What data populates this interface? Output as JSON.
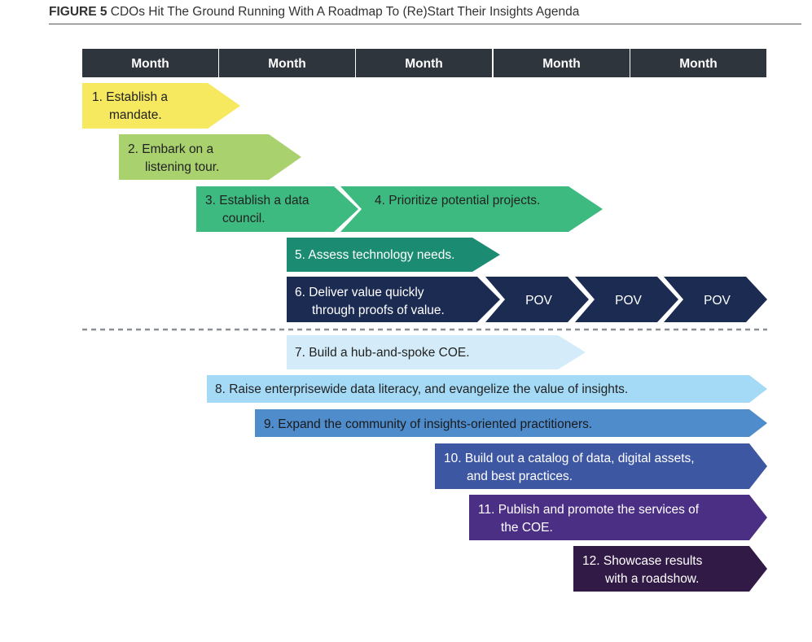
{
  "figure": {
    "label": "FIGURE 5",
    "title": "CDOs Hit The Ground Running With A Roadmap To (Re)Start Their Insights Agenda"
  },
  "columns": [
    "Month",
    "Month",
    "Month",
    "Month",
    "Month"
  ],
  "colors": {
    "header_bg": "#2e353d",
    "step1": "#f6e85f",
    "step2": "#a9d26f",
    "step3": "#3dba80",
    "step4": "#3dba80",
    "step5": "#1b8c72",
    "step6": "#1c2b52",
    "step7": "#d4ecf9",
    "step8": "#a4daf6",
    "step9": "#4f8ccc",
    "step10": "#3e57a3",
    "step11": "#4b2f85",
    "step12": "#321a47"
  },
  "steps": [
    {
      "id": "step-1",
      "lines": [
        "1. Establish a",
        "mandate."
      ],
      "color": "#f6e85f",
      "text_color": "#222222"
    },
    {
      "id": "step-2",
      "lines": [
        "2. Embark on a",
        "listening tour."
      ],
      "color": "#a9d26f",
      "text_color": "#222222"
    },
    {
      "id": "step-3",
      "lines": [
        "3. Establish a data",
        "council."
      ],
      "color": "#3dba80",
      "text_color": "#222222"
    },
    {
      "id": "step-4",
      "lines": [
        "4. Prioritize potential projects."
      ],
      "color": "#3dba80",
      "text_color": "#222222"
    },
    {
      "id": "step-5",
      "lines": [
        "5. Assess technology needs."
      ],
      "color": "#1b8c72",
      "text_color": "#ffffff"
    },
    {
      "id": "step-6",
      "lines": [
        "6. Deliver value quickly",
        "through proofs of value."
      ],
      "color": "#1c2b52",
      "text_color": "#ffffff"
    },
    {
      "id": "step-7",
      "lines": [
        "7. Build a hub-and-spoke COE."
      ],
      "color": "#d4ecf9",
      "text_color": "#222222"
    },
    {
      "id": "step-8",
      "lines": [
        "8. Raise enterprisewide data literacy, and evangelize the value of insights."
      ],
      "color": "#a4daf6",
      "text_color": "#222222"
    },
    {
      "id": "step-9",
      "lines": [
        "9. Expand the community of insights-oriented practitioners."
      ],
      "color": "#4f8ccc",
      "text_color": "#1a1a1a"
    },
    {
      "id": "step-10",
      "lines": [
        "10. Build out a catalog of data, digital assets,",
        "and best practices."
      ],
      "color": "#3e57a3",
      "text_color": "#ffffff"
    },
    {
      "id": "step-11",
      "lines": [
        "11. Publish and promote the services of",
        "the COE."
      ],
      "color": "#4b2f85",
      "text_color": "#ffffff"
    },
    {
      "id": "step-12",
      "lines": [
        "12. Showcase results",
        "with a roadshow."
      ],
      "color": "#321a47",
      "text_color": "#ffffff"
    }
  ],
  "pov_label": "POV",
  "pov_count": 3
}
